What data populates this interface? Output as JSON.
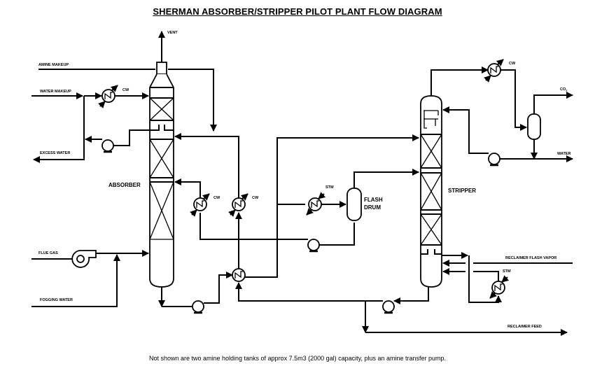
{
  "title": "SHERMAN ABSORBER/STRIPPER PILOT PLANT FLOW DIAGRAM",
  "footnote": "Not shown are two amine holding tanks of approx 7.5m3 (2000 gal) capacity, plus an amine transfer pump.",
  "equipment": {
    "absorber": "ABSORBER",
    "stripper": "STRIPPER",
    "flash_drum_line1": "FLASH",
    "flash_drum_line2": "DRUM"
  },
  "streams": {
    "vent": "VENT",
    "amine_makeup": "AMINE MAKEUP",
    "water_makeup": "WATER MAKEUP",
    "excess_water": "EXCESS WATER",
    "flue_gas": "FLUE GAS",
    "fogging_water": "FOGGING WATER",
    "co2": "CO",
    "co2_sub": "2",
    "water": "WATER",
    "reclaimer_flash_vapor": "RECLAIMER FLASH VAPOR",
    "reclaimer_feed": "RECLAIMER FEED"
  },
  "utilities": {
    "cw_water_makeup": "CW",
    "cw_lean_cooler_1": "CW",
    "cw_lean_cooler_2": "CW",
    "stm_flash_heater": "STM",
    "cw_condenser": "CW",
    "stm_reboiler": "STM"
  }
}
